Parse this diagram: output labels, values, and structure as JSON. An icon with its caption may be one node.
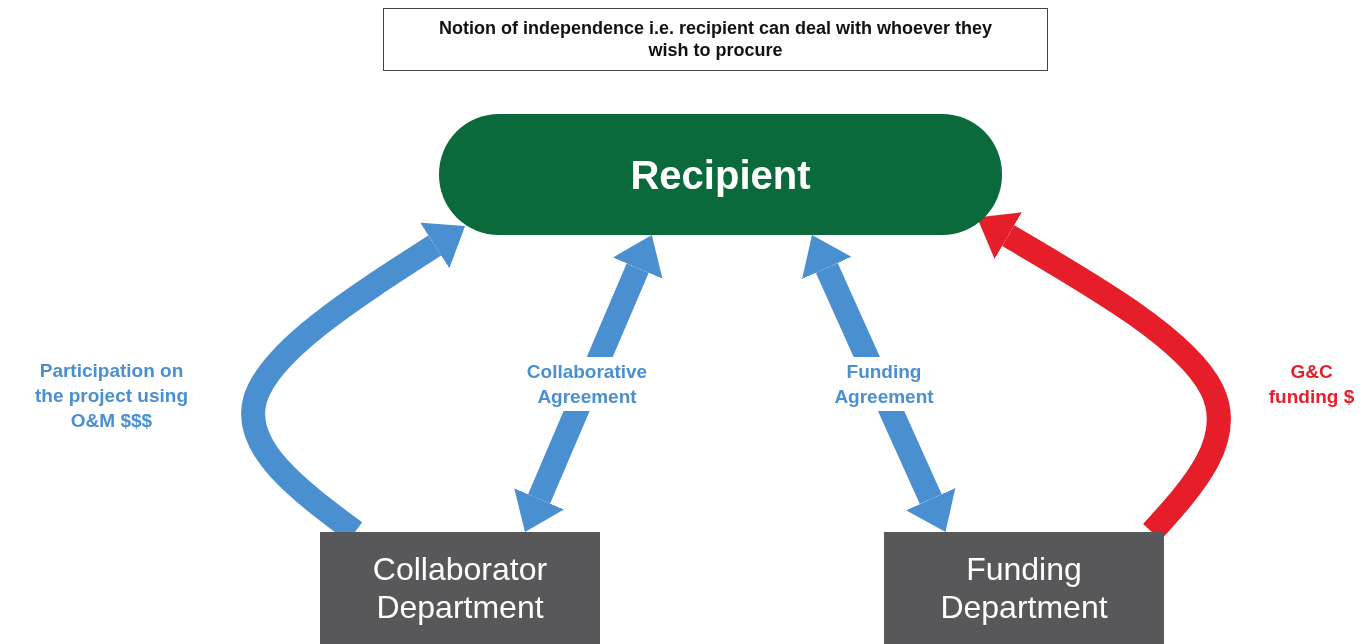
{
  "diagram": {
    "nodes": [
      {
        "text": [
          "Notion of independence i.e. recipient can deal with whoever they wish to procure"
        ]
      },
      {
        "text": [
          "Recipient"
        ]
      },
      {
        "text": [
          "Collaborator Department"
        ]
      },
      {
        "text": [
          "Funding Department"
        ]
      }
    ],
    "edges": [
      {
        "from": 2,
        "to": 1,
        "arrow": "to",
        "label": "Participation on the project using O&M $$$"
      },
      {
        "from": 1,
        "to": 2,
        "arrow": "both",
        "label": "Collaborative Agreement"
      },
      {
        "from": 1,
        "to": 3,
        "arrow": "both",
        "label": "Funding Agreement"
      },
      {
        "from": 3,
        "to": 1,
        "arrow": "to",
        "label": "G&C funding $",
        "color": "#e61e2a"
      }
    ]
  }
}
